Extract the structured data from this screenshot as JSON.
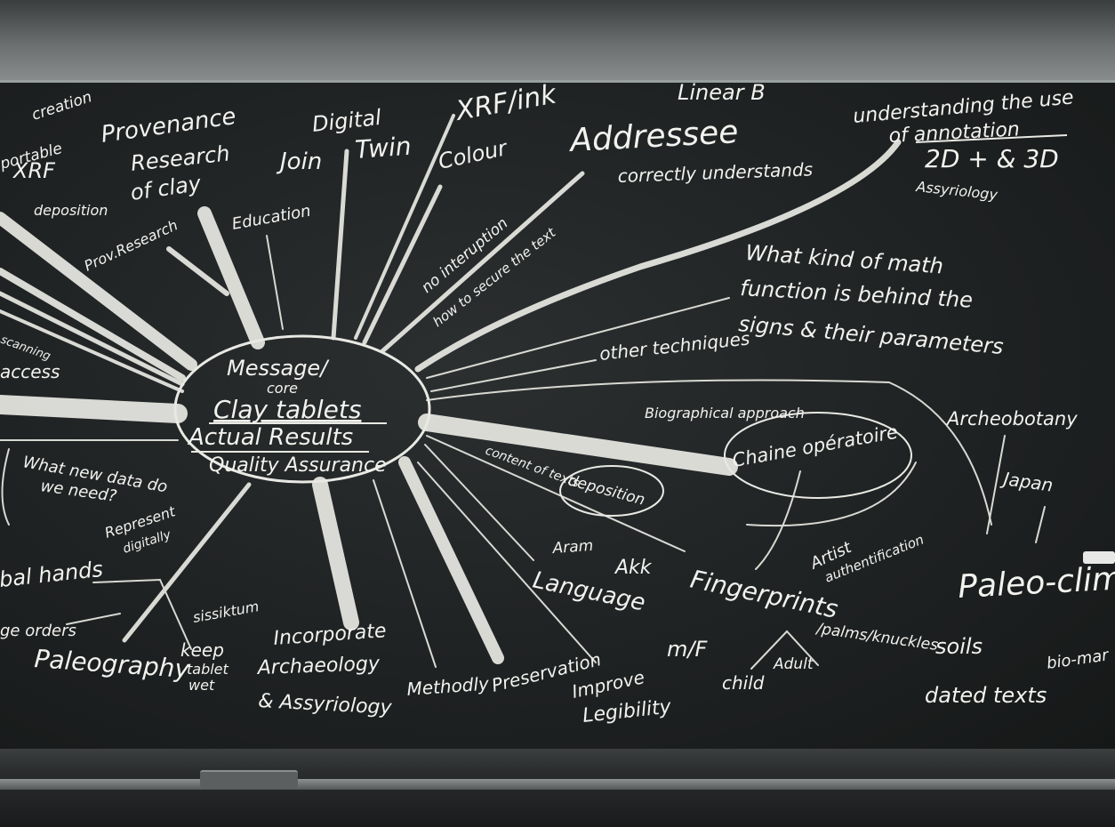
{
  "photo": {
    "subject": "chalkboard-mind-map"
  },
  "board": {
    "center": {
      "line1": "Message/",
      "line2": "core",
      "line3": "Clay tablets",
      "line4": "Actual Results",
      "line5": "Quality Assurance"
    },
    "top_left": {
      "creation": "creation",
      "portable": "portable",
      "xrf": "XRF",
      "provenance": "Provenance",
      "research": "Research",
      "of_clay": "of clay",
      "deposition": "deposition",
      "prov_research": "Prov.Research",
      "education": "Education"
    },
    "top_middle": {
      "digital": "Digital",
      "join": "Join",
      "twin": "Twin",
      "xrf_ink": "XRF/ink",
      "colour": "Colour",
      "linear_b": "Linear B",
      "addressee": "Addressee",
      "correctly": "correctly understands",
      "no_interruption": "no interuption",
      "secure_text": "how to secure the text"
    },
    "top_right": {
      "understanding": "understanding the use",
      "annotation": "of annotation",
      "dims": "2D + & 3D",
      "assyriology": "Assyriology",
      "math_q1": "What kind of math",
      "math_q2": "function is behind the",
      "math_q3": "signs & their parameters",
      "other_techniques": "other techniques"
    },
    "right": {
      "biographical": "Biographical approach",
      "content_of": "content of texts",
      "deposition2": "deposition",
      "chaine": "Chaine opératoire",
      "archeobotany": "Archeobotany",
      "japan": "Japan",
      "paleo": "Paleo-clim",
      "soils": "soils",
      "bio_mar": "bio-mar",
      "dated_texts": "dated texts",
      "artist": "Artist",
      "authentication": "authentification",
      "fingerprints": "Fingerprints",
      "palms": "/palms/knuckles",
      "mf": "m/F",
      "child": "child",
      "adult": "Adult"
    },
    "bottom": {
      "aram": "Aram",
      "akk": "Akk",
      "language": "Language",
      "improve": "Improve",
      "legibility": "Legibility",
      "preservation": "Preservation",
      "methodology": "Methodly",
      "incorporate": "Incorporate",
      "archaeology": "Archaeology",
      "and_assyriology": "& Assyriology",
      "paleography": "Paleography",
      "keep": "keep",
      "tablet": "tablet",
      "wet": "wet",
      "sissiktum": "sissiktum"
    },
    "left": {
      "scanning": "scanning",
      "access": "access",
      "what_new_data": "What new data do",
      "we_need": "we need?",
      "represent": "Represent",
      "digitally": "digitally",
      "hands": "bal hands",
      "orders": "ge orders"
    }
  }
}
